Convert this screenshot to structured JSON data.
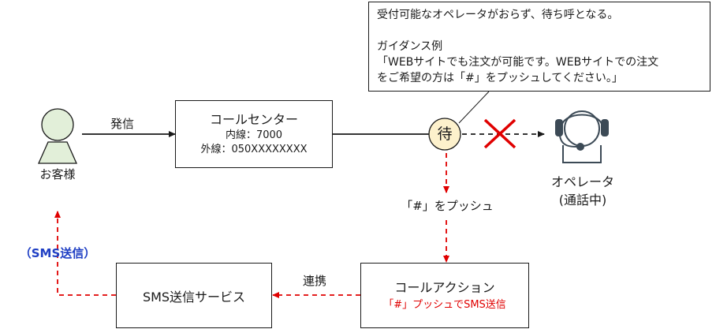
{
  "customer": {
    "label": "お客様"
  },
  "call_center": {
    "title": "コールセンター",
    "internal": "内線：7000",
    "external": "外線：050XXXXXXXX"
  },
  "edge_call": "発信",
  "wait_symbol": "待",
  "callout": {
    "line1": "受付可能なオペレータがおらず、待ち呼となる。",
    "line2": "ガイダンス例",
    "line3": "「WEBサイトでも注文が可能です。WEBサイトでの注文",
    "line4": "をご希望の方は「#」をプッシュしてください。」"
  },
  "operator": {
    "label": "オペレータ",
    "status": "(通話中)"
  },
  "edge_push": "「#」をプッシュ",
  "call_action": {
    "title": "コールアクション",
    "note": "「#」プッシュでSMS送信"
  },
  "edge_link": "連携",
  "sms_service": {
    "title": "SMS送信サービス"
  },
  "edge_sms": "（SMS送信）",
  "colors": {
    "dashed": "#e00000",
    "sms_label": "#1f3fc4",
    "customer_fill": "#e2efd9",
    "wait_fill": "#fdf1cc",
    "operator_stroke": "#3c4a56"
  }
}
